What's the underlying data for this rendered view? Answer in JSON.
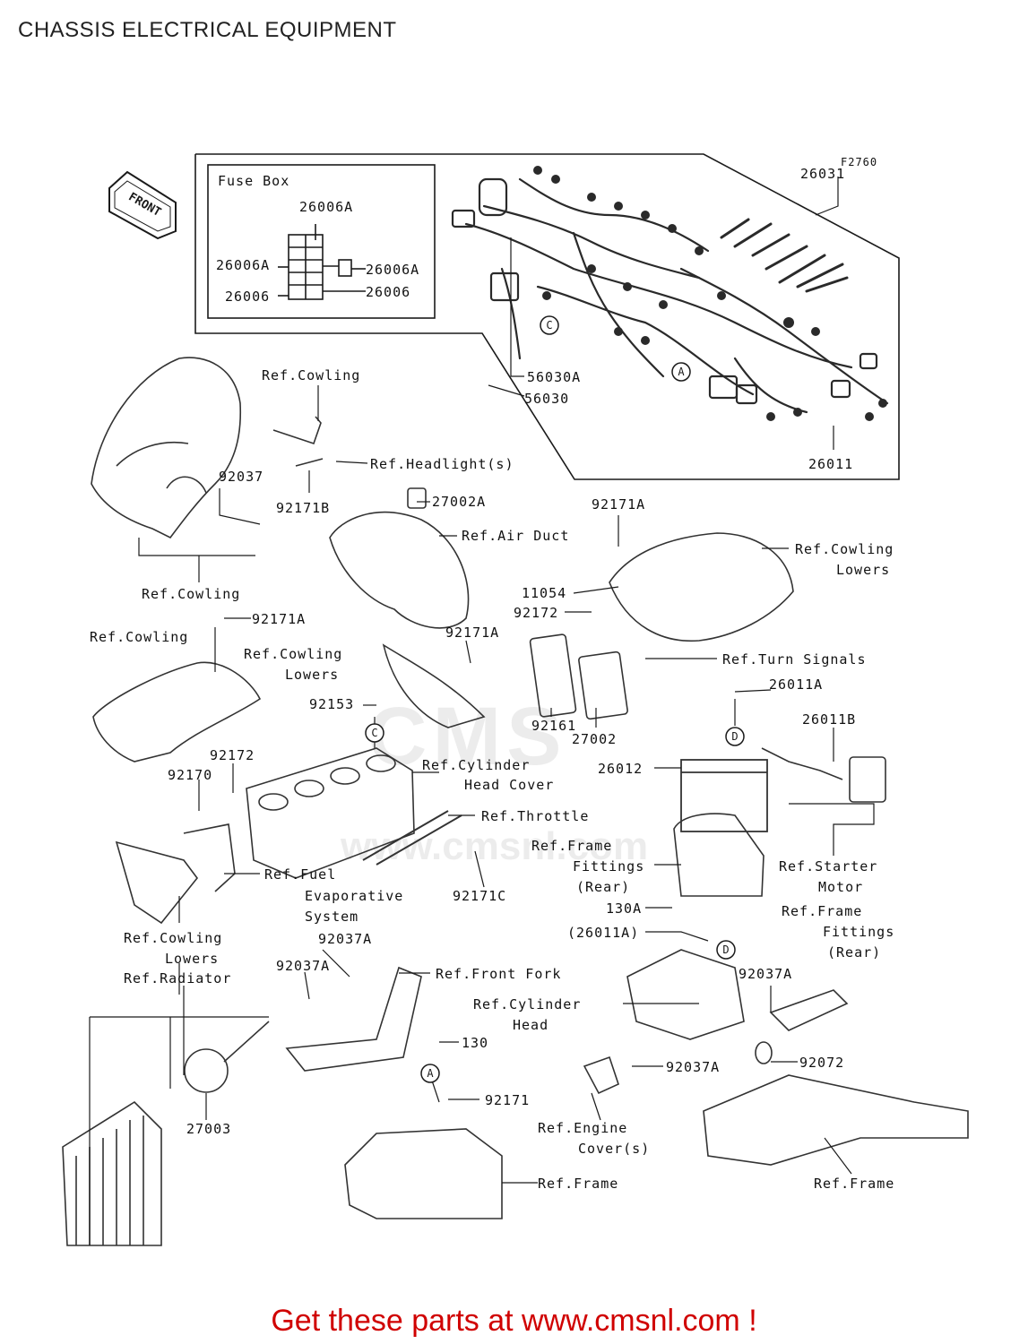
{
  "title": "CHASSIS ELECTRICAL EQUIPMENT",
  "figure_code": "F2760",
  "front_label": "FRONT",
  "fuse_box": {
    "title": "Fuse Box",
    "labels": [
      "26006A",
      "26006A",
      "26006A",
      "26006",
      "26006"
    ]
  },
  "callouts": [
    "C",
    "A",
    "D",
    "C",
    "D",
    "A"
  ],
  "labels": [
    "26031",
    "56030A",
    "56030",
    "26011",
    "Ref.Cowling",
    "Ref.Headlight(s)",
    "92171B",
    "92037",
    "Ref.Cowling",
    "27002A",
    "Ref.Air Duct",
    "92171A",
    "Ref.Cowling",
    "Lowers",
    "11054",
    "92172",
    "92171A",
    "Ref.Cowling",
    "92171A",
    "Ref.Cowling",
    "Lowers",
    "Ref.Turn Signals",
    "92153",
    "92161",
    "27002",
    "26011A",
    "26011B",
    "Ref.Cylinder",
    "Head Cover",
    "26012",
    "92172",
    "92170",
    "Ref.Throttle",
    "Ref.Frame",
    "Fittings",
    "(Rear)",
    "Ref.Starter",
    "Motor",
    "Ref.Fuel",
    "Evaporative",
    "System",
    "92171C",
    "130A",
    "(26011A)",
    "Ref.Frame",
    "Fittings",
    "(Rear)",
    "Ref.Cowling",
    "Lowers",
    "Ref.Radiator",
    "92037A",
    "92037A",
    "Ref.Front Fork",
    "Ref.Cylinder",
    "Head",
    "92037A",
    "130",
    "92171",
    "27003",
    "92037A",
    "Ref.Engine",
    "Cover(s)",
    "92072",
    "Ref.Frame",
    "Ref.Frame"
  ],
  "watermark": "CMS",
  "watermark_site": "www.cmsnl.com",
  "footer": "Get these parts at www.cmsnl.com !",
  "colors": {
    "footer": "#d00000",
    "line": "#1a1a1a",
    "part": "#333333"
  }
}
